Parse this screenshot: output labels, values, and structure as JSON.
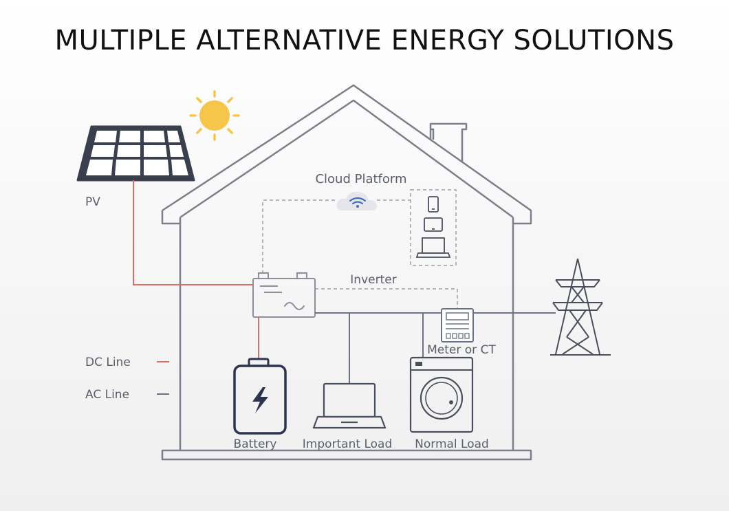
{
  "title": "MULTIPLE ALTERNATIVE ENERGY SOLUTIONS",
  "labels": {
    "pv": "PV",
    "cloud_platform": "Cloud Platform",
    "inverter": "Inverter",
    "meter": "Meter or CT",
    "battery": "Battery",
    "important_load": "Important Load",
    "normal_load": "Normal Load"
  },
  "legend": {
    "dc_line": "DC Line",
    "ac_line": "AC Line"
  },
  "colors": {
    "dc_line": "#e06b6b",
    "ac_line": "#6b7280",
    "house_outline": "#7a7f8a",
    "sun": "#f6c64a",
    "panel": "#3a3f4e",
    "battery_outline": "#2c3550",
    "text": "#5b5f6a"
  },
  "icons": [
    "sun-icon",
    "solar-panel-icon",
    "wifi-cloud-icon",
    "phone-icon",
    "tablet-icon",
    "laptop-icon",
    "inverter-icon",
    "meter-icon",
    "battery-icon",
    "washing-machine-icon",
    "power-tower-icon"
  ]
}
